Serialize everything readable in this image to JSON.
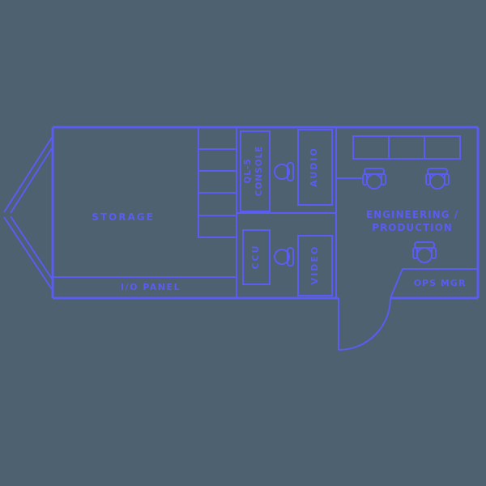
{
  "diagram": {
    "type": "floor-plan",
    "description": "Mobile production trailer floor plan on slate background with blue-violet line work",
    "palette": {
      "background": "#4d6170",
      "ink": "#5a5cf2"
    },
    "labels": {
      "storage": "STORAGE",
      "io_panel": "I/O PANEL",
      "ql5_line1": "QL-5",
      "ql5_line2": "CONSOLE",
      "audio": "AUDIO",
      "video": "VIDEO",
      "ccu": "CCU",
      "engineering_line1": "ENGINEERING /",
      "engineering_line2": "PRODUCTION",
      "ops_mgr": "OPS MGR"
    },
    "rooms": [
      {
        "id": "storage",
        "label": "STORAGE"
      },
      {
        "id": "ql5-console",
        "label": "QL-5 CONSOLE"
      },
      {
        "id": "audio",
        "label": "AUDIO"
      },
      {
        "id": "video",
        "label": "VIDEO"
      },
      {
        "id": "ccu",
        "label": "CCU"
      },
      {
        "id": "engineering-production",
        "label": "ENGINEERING / PRODUCTION"
      },
      {
        "id": "ops-mgr",
        "label": "OPS MGR"
      },
      {
        "id": "io-panel",
        "label": "I/O PANEL"
      }
    ]
  }
}
